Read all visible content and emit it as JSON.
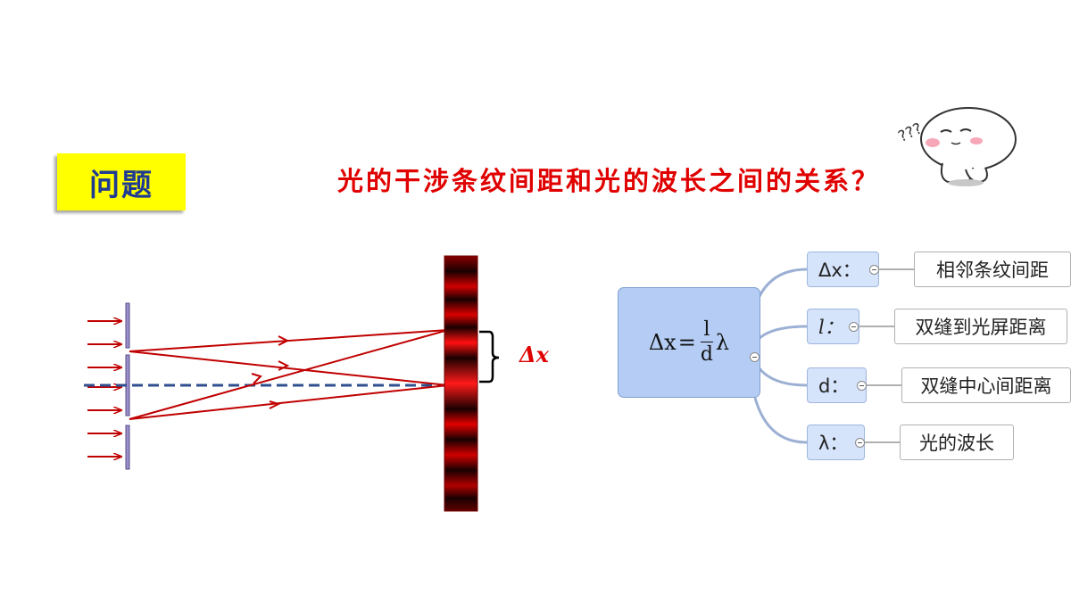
{
  "label": "问题",
  "question": "光的干涉条纹间距和光的波长之间的关系？",
  "thinking_marks": "???",
  "diagram": {
    "delta_x_label": "Δx"
  },
  "mindmap": {
    "root": {
      "lhs": "Δx",
      "equals": "=",
      "numerator": "l",
      "denominator": "d",
      "lambda": "λ"
    },
    "branches": [
      {
        "symbol": "Δx：",
        "definition": "相邻条纹间距"
      },
      {
        "symbol": "l：",
        "definition": "双缝到光屏距离"
      },
      {
        "symbol": "d：",
        "definition": "双缝中心间距离"
      },
      {
        "symbol": "λ：",
        "definition": "光的波长"
      }
    ]
  },
  "colors": {
    "accent_red": "#e00000",
    "label_bg": "#ffff00",
    "label_text": "#1f3a93",
    "ray": "#c00000",
    "axis_dash": "#2f4f8f",
    "node_main": "#b5cdf5",
    "node_sym": "#d5e3fb"
  }
}
